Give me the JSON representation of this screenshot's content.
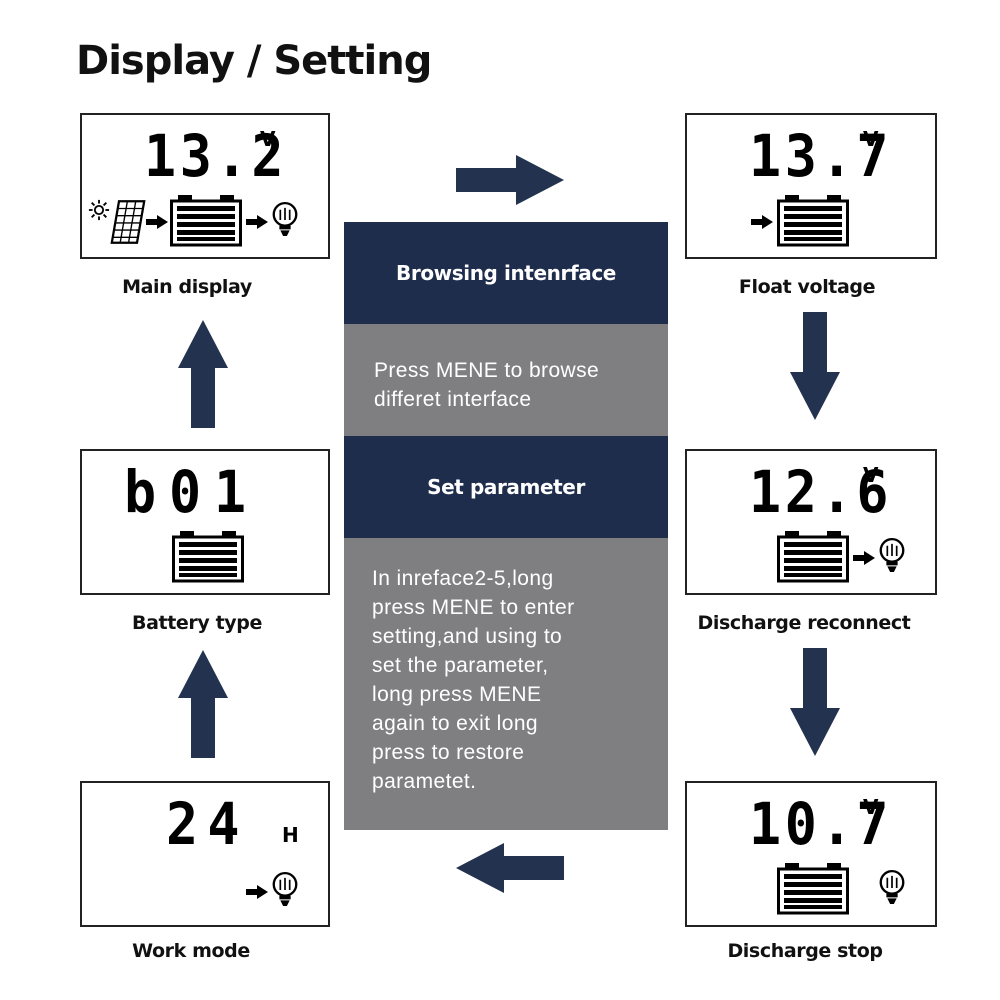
{
  "title": "Display / Setting",
  "panels": {
    "main_display": {
      "value": "13.2",
      "unit": "V",
      "caption": "Main display"
    },
    "float_voltage": {
      "value": "13.7",
      "unit": "V",
      "caption": "Float voltage"
    },
    "battery_type": {
      "value": "b01",
      "caption": "Battery type"
    },
    "discharge_reconnect": {
      "value": "12.6",
      "unit": "V",
      "caption": "Discharge reconnect"
    },
    "work_mode": {
      "value": "24",
      "unit": "H",
      "caption": "Work mode"
    },
    "discharge_stop": {
      "value": "10.7",
      "unit": "V",
      "caption": "Discharge stop"
    }
  },
  "center": {
    "browsing_title": "Browsing intenrface",
    "browsing_text": [
      "Press MENE to browse",
      "differet interface"
    ],
    "set_title": "Set parameter",
    "set_text": [
      "In inreface2-5,long",
      "press MENE to enter",
      "setting,and using to",
      "set the parameter,",
      "long press MENE",
      "again to exit long",
      "press to restore",
      "parametet."
    ]
  },
  "icons": {
    "sun": "sun-icon",
    "solar_panel": "solar-panel-icon",
    "battery": "battery-icon",
    "bulb": "bulb-icon",
    "arrow": "small-arrow-icon"
  },
  "colors": {
    "navy": "#1f2d4c",
    "gray": "#7f7f82",
    "arrow": "#22324f"
  }
}
